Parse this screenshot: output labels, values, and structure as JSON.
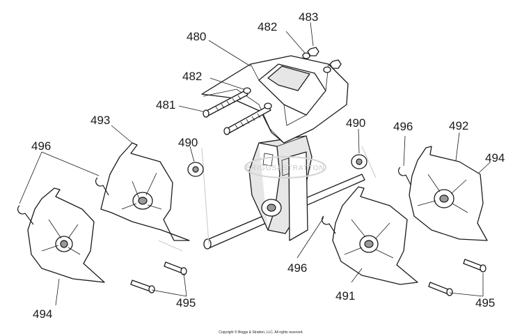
{
  "callouts": {
    "c480": "480",
    "c481": "481",
    "c482a": "482",
    "c482b": "482",
    "c483": "483",
    "c490a": "490",
    "c490b": "490",
    "c491": "491",
    "c492": "492",
    "c493": "493",
    "c494a": "494",
    "c494b": "494",
    "c495a": "495",
    "c495b": "495",
    "c496a": "496",
    "c496b": "496",
    "c496c": "496"
  },
  "watermark": "BRIGGS&STRATTON",
  "copyright": "Copyright © Briggs & Stratton, LLC. All rights reserved."
}
